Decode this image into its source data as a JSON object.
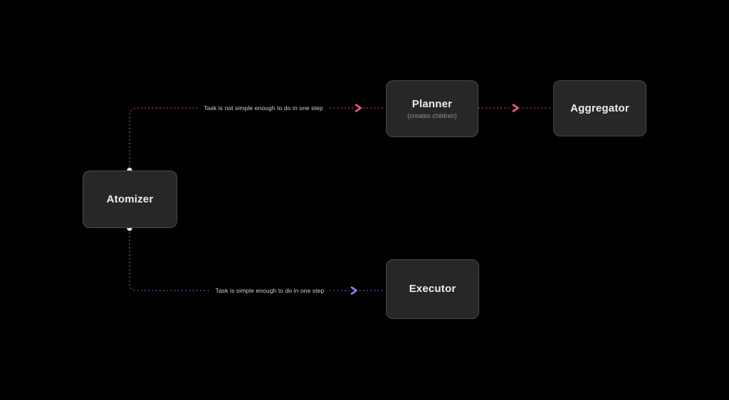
{
  "diagram": {
    "nodes": {
      "atomizer": {
        "label": "Atomizer"
      },
      "planner": {
        "label": "Planner",
        "sublabel": "(creates children)"
      },
      "aggregator": {
        "label": "Aggregator"
      },
      "executor": {
        "label": "Executor"
      }
    },
    "edges": {
      "not_simple": {
        "label": "Task is not simple enough to do in one step",
        "from": "atomizer",
        "to": "planner",
        "color": "#c63263",
        "arrow_color": "#f75483"
      },
      "planner_to_aggregator": {
        "from": "planner",
        "to": "aggregator",
        "color": "#c63263",
        "arrow_color": "#f75483"
      },
      "simple": {
        "label": "Task is simple enough to do in one step",
        "from": "atomizer",
        "to": "executor",
        "color": "#565fae",
        "arrow_color": "#7f8aee"
      }
    },
    "colors": {
      "background": "#000000",
      "node_fill": "#272727",
      "node_border": "#4a4a4a",
      "node_title_text": "#ededed",
      "node_subtitle_text": "#8f8f8f",
      "edge_label_text": "#d4d4d4",
      "port_dot": "#e9e9e9"
    }
  }
}
